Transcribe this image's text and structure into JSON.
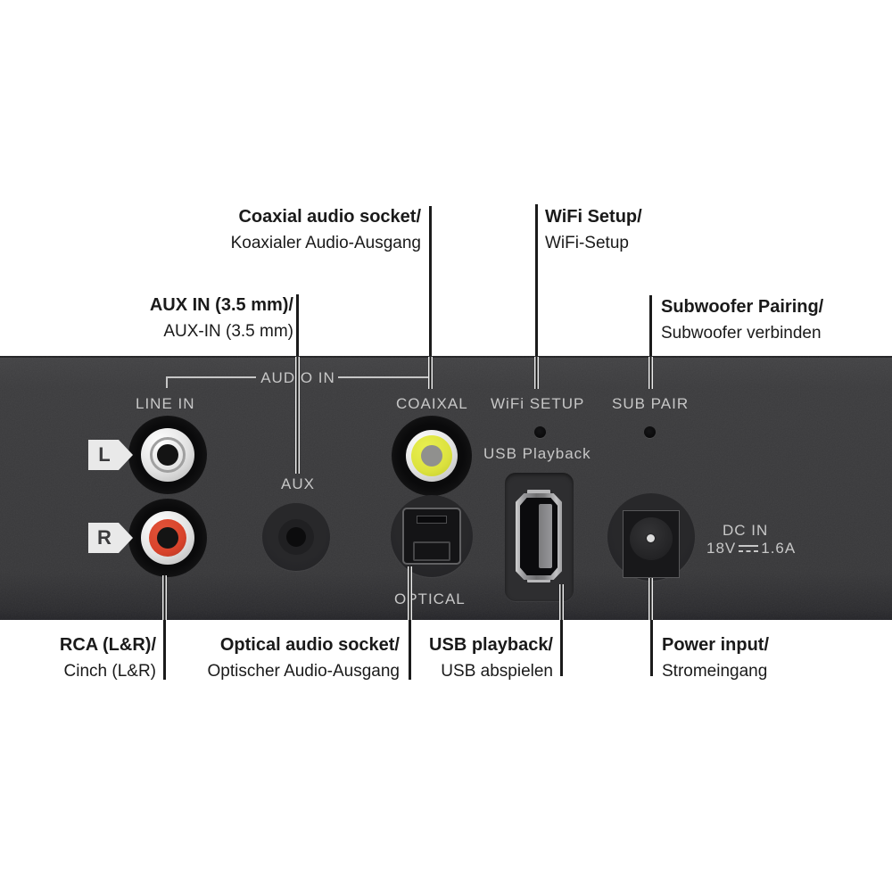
{
  "callouts": {
    "coaxial": {
      "en": "Coaxial audio socket/",
      "de": "Koaxialer Audio-Ausgang"
    },
    "aux_in": {
      "en": "AUX IN (3.5 mm)/",
      "de": "AUX-IN (3.5 mm)"
    },
    "wifi": {
      "en": "WiFi Setup/",
      "de": "WiFi-Setup"
    },
    "subwoofer": {
      "en": "Subwoofer Pairing/",
      "de": "Subwoofer verbinden"
    },
    "rca": {
      "en": "RCA (L&R)/",
      "de": "Cinch (L&R)"
    },
    "optical": {
      "en": "Optical audio socket/",
      "de": "Optischer Audio-Ausgang"
    },
    "usb": {
      "en": "USB playback/",
      "de": "USB abspielen"
    },
    "power": {
      "en": "Power input/",
      "de": "Stromeingang"
    }
  },
  "panel": {
    "group_label": "AUDIO IN",
    "ports": {
      "line_in": {
        "label": "LINE IN",
        "left_badge": "L",
        "right_badge": "R"
      },
      "aux": {
        "label": "AUX"
      },
      "coaxial": {
        "label": "COAIXAL"
      },
      "wifi": {
        "label": "WiFi SETUP"
      },
      "sub_pair": {
        "label": "SUB PAIR"
      },
      "usb": {
        "label": "USB Playback"
      },
      "optical": {
        "label": "OPTICAL"
      },
      "dc_in": {
        "label": "DC IN",
        "voltage": "18V",
        "current": "1.6A"
      }
    }
  },
  "colors": {
    "panel_gray": "#3a3a3c",
    "panel_text": "#c7c7c7",
    "label_black": "#1a1a1a",
    "rca_red": "#d8432b",
    "coax_yellow": "#dce23f",
    "connector_white": "#e6e6e6"
  }
}
